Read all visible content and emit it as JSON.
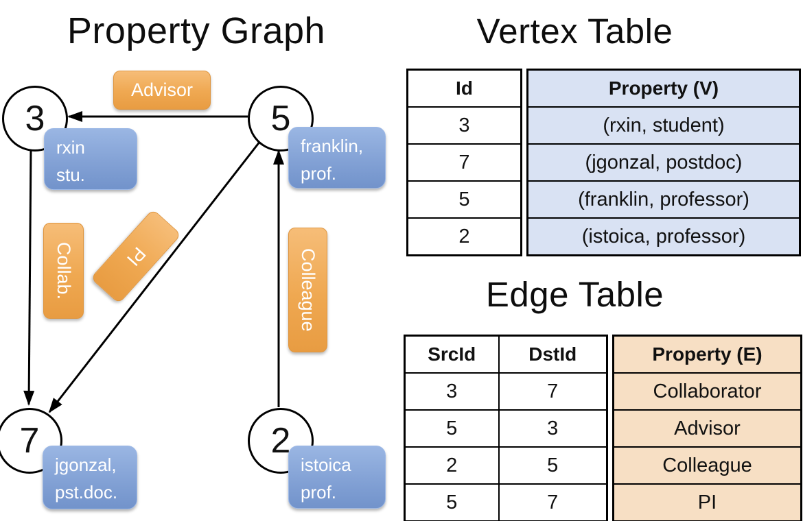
{
  "graph": {
    "title": "Property Graph",
    "nodes": {
      "n3": {
        "id": "3",
        "prop1": "rxin",
        "prop2": "stu."
      },
      "n5": {
        "id": "5",
        "prop1": "franklin,",
        "prop2": "prof."
      },
      "n7": {
        "id": "7",
        "prop1": "jgonzal,",
        "prop2": "pst.doc."
      },
      "n2": {
        "id": "2",
        "prop1": "istoica",
        "prop2": "prof."
      }
    },
    "edge_labels": {
      "advisor": "Advisor",
      "collaborator": "Collab.",
      "pi": "PI",
      "colleague": "Colleague"
    }
  },
  "vertex_table": {
    "title": "Vertex Table",
    "columns": {
      "id": "Id",
      "property": "Property (V)"
    },
    "rows": [
      {
        "id": "3",
        "property": "(rxin, student)"
      },
      {
        "id": "7",
        "property": "(jgonzal, postdoc)"
      },
      {
        "id": "5",
        "property": "(franklin, professor)"
      },
      {
        "id": "2",
        "property": "(istoica, professor)"
      }
    ]
  },
  "edge_table": {
    "title": "Edge Table",
    "columns": {
      "src": "SrcId",
      "dst": "DstId",
      "property": "Property (E)"
    },
    "rows": [
      {
        "src": "3",
        "dst": "7",
        "property": "Collaborator"
      },
      {
        "src": "5",
        "dst": "3",
        "property": "Advisor"
      },
      {
        "src": "2",
        "dst": "5",
        "property": "Colleague"
      },
      {
        "src": "5",
        "dst": "7",
        "property": "PI"
      }
    ]
  },
  "colors": {
    "edge_label_orange_top": "#f6bd78",
    "edge_label_orange_bottom": "#e89c42",
    "vertex_box_blue_top": "#9ab6e3",
    "vertex_box_blue_bottom": "#7293cb",
    "vertex_table_cell_bg": "#d9e2f3",
    "edge_table_cell_bg": "#f7dfc4",
    "line_color": "#000000",
    "label_text": "#ffffff"
  }
}
